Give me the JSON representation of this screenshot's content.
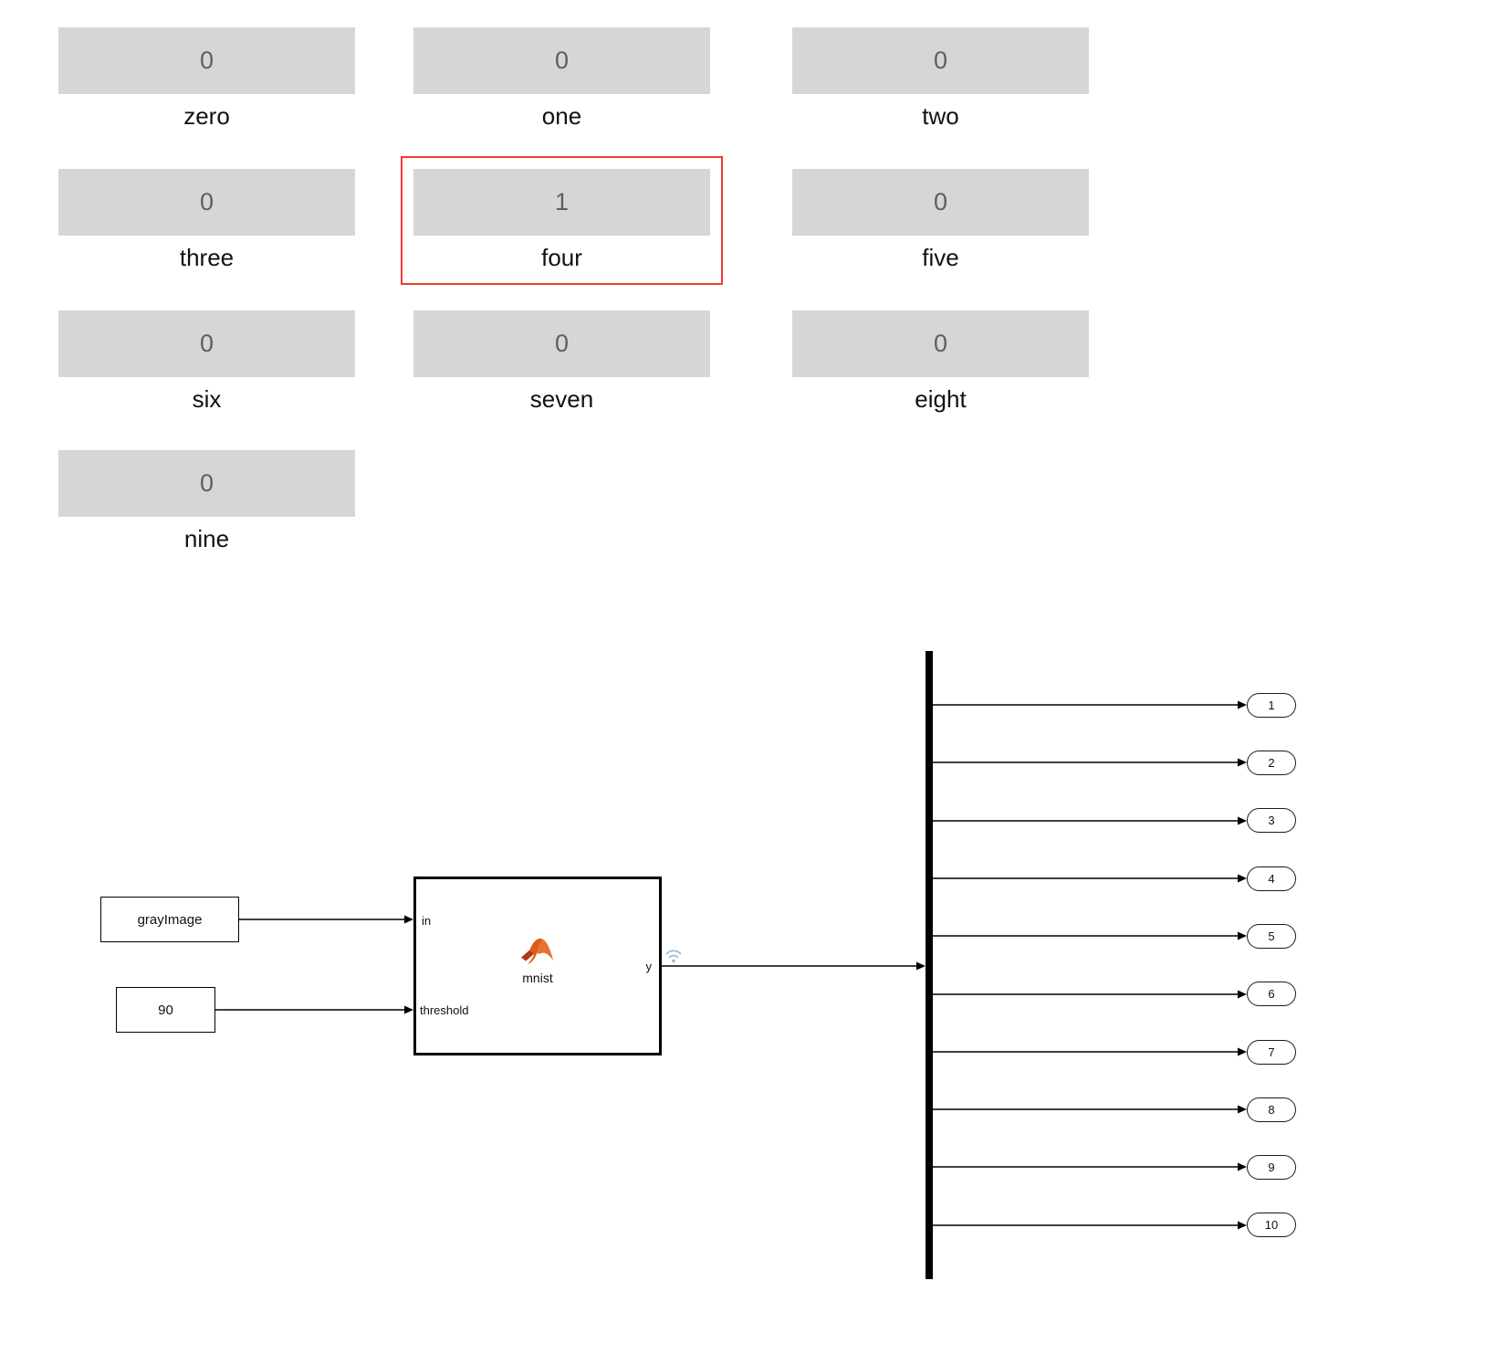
{
  "displays": [
    {
      "value": "0",
      "label": "zero",
      "selected": false
    },
    {
      "value": "0",
      "label": "one",
      "selected": false
    },
    {
      "value": "0",
      "label": "two",
      "selected": false
    },
    {
      "value": "0",
      "label": "three",
      "selected": false
    },
    {
      "value": "1",
      "label": "four",
      "selected": true
    },
    {
      "value": "0",
      "label": "five",
      "selected": false
    },
    {
      "value": "0",
      "label": "six",
      "selected": false
    },
    {
      "value": "0",
      "label": "seven",
      "selected": false
    },
    {
      "value": "0",
      "label": "eight",
      "selected": false
    },
    {
      "value": "0",
      "label": "nine",
      "selected": false
    }
  ],
  "blocks": {
    "gray_image": {
      "label": "grayImage"
    },
    "constant": {
      "value": "90"
    },
    "mnist": {
      "name": "mnist",
      "in_port": "in",
      "threshold_port": "threshold",
      "out_port": "y"
    }
  },
  "outports": [
    {
      "label": "1"
    },
    {
      "label": "2"
    },
    {
      "label": "3"
    },
    {
      "label": "4"
    },
    {
      "label": "5"
    },
    {
      "label": "6"
    },
    {
      "label": "7"
    },
    {
      "label": "8"
    },
    {
      "label": "9"
    },
    {
      "label": "10"
    }
  ],
  "icons": {
    "matlab_logo": "matlab-logo-icon",
    "signal_logging_badge": "wifi-logging-badge-icon"
  },
  "colors": {
    "display_fill": "#d6d6d6",
    "display_value_text": "#5f5f5f",
    "selection_border": "#ef3b36",
    "matlab_orange": "#dd5a1d",
    "matlab_dark_orange": "#b33a12",
    "logging_badge_blue": "#8fb8d2",
    "wire": "#000000"
  }
}
